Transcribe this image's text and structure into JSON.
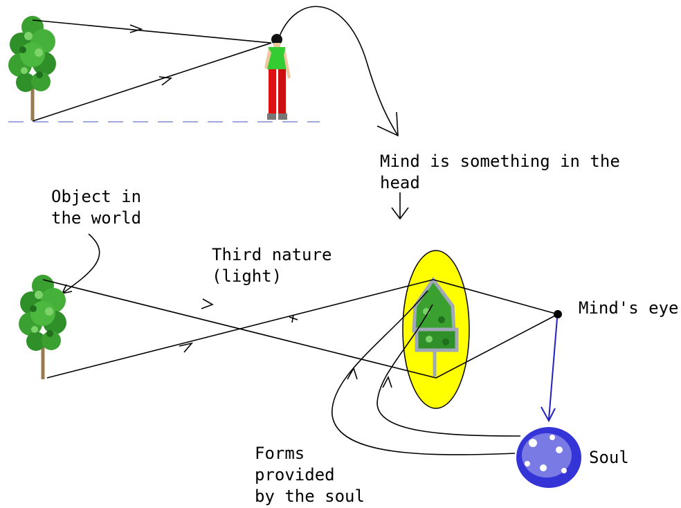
{
  "labels": {
    "mind_in_head": "Mind is something in the\nhead",
    "object_in_world": "Object in\nthe world",
    "third_nature": "Third nature\n(light)",
    "minds_eye": "Mind's eye",
    "soul": "Soul",
    "forms_by_soul": "Forms\nprovided\nby the soul"
  },
  "colors": {
    "background": "#ffffff",
    "ray": "#000000",
    "ellipse_fill": "#ffff00",
    "soul": "#1010d0",
    "eye_to_soul_arrow": "#2020c0",
    "ground_dash": "#a0a8e0",
    "foliage": "#3aa030",
    "trunk": "#9a7a50",
    "person_shirt": "#33cc33",
    "person_trousers": "#dd1111",
    "inner_tree_outline": "#a0a8b8"
  },
  "icons": [
    "tree-icon",
    "person-icon",
    "soul-cloud-icon"
  ]
}
